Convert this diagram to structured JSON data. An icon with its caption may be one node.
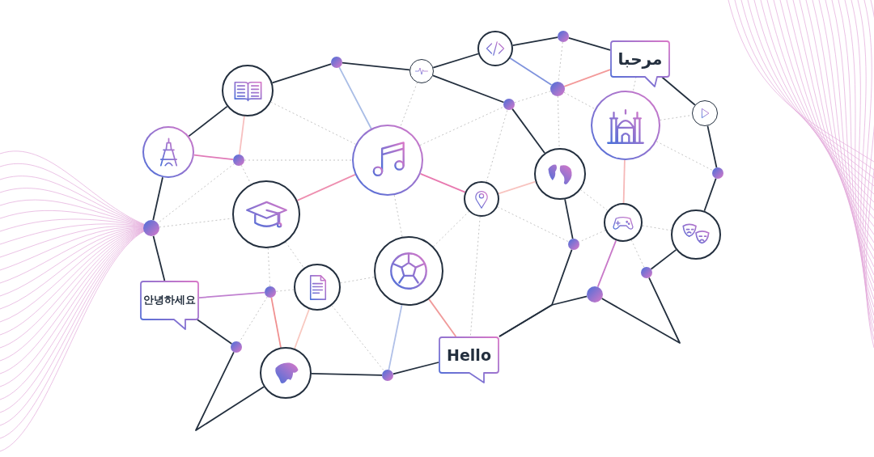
{
  "diagram": {
    "nodes": [
      {
        "text": [],
        "shape": "picture"
      },
      {
        "text": [],
        "shape": "picture"
      },
      {
        "text": [],
        "shape": "picture"
      },
      {
        "text": [],
        "shape": "picture"
      },
      {
        "text": [],
        "shape": "picture"
      },
      {
        "text": [],
        "shape": "picture"
      },
      {
        "text": [],
        "shape": "picture"
      },
      {
        "text": [],
        "shape": "picture"
      },
      {
        "text": [],
        "shape": "picture"
      },
      {
        "text": [],
        "shape": "picture"
      },
      {
        "text": [],
        "shape": "picture"
      },
      {
        "text": [],
        "shape": "picture"
      },
      {
        "text": [],
        "shape": "picture"
      },
      {
        "text": [],
        "shape": "picture"
      },
      {
        "text": [],
        "shape": "picture"
      },
      {
        "text": [
          "مرحبا"
        ]
      },
      {
        "text": [
          "안녕하세요"
        ]
      },
      {
        "text": [
          "Hello"
        ]
      },
      {
        "text": [],
        "shape": "circle"
      },
      {
        "text": [],
        "shape": "circle"
      },
      {
        "text": [],
        "shape": "circle"
      },
      {
        "text": [],
        "shape": "circle"
      },
      {
        "text": [],
        "shape": "circle"
      },
      {
        "text": [],
        "shape": "circle"
      },
      {
        "text": [],
        "shape": "circle"
      },
      {
        "text": [],
        "shape": "circle"
      },
      {
        "text": [],
        "shape": "circle"
      },
      {
        "text": [],
        "shape": "circle"
      },
      {
        "text": [],
        "shape": "circle"
      },
      {
        "text": [],
        "shape": "circle"
      },
      {
        "text": [],
        "shape": "circle"
      }
    ],
    "edges": [
      {
        "from": 0,
        "to": 18,
        "arrow": "none",
        "color": "#232f3e"
      },
      {
        "from": 18,
        "to": 2,
        "arrow": "none",
        "color": "#232f3e"
      },
      {
        "from": 2,
        "to": 3,
        "arrow": "none",
        "color": "#232f3e"
      },
      {
        "from": 3,
        "to": 19,
        "arrow": "none",
        "color": "#232f3e"
      },
      {
        "from": 19,
        "to": 15,
        "arrow": "none",
        "color": "#232f3e"
      },
      {
        "from": 15,
        "to": 9,
        "arrow": "none",
        "color": "#232f3e"
      },
      {
        "from": 9,
        "to": 24,
        "arrow": "none",
        "color": "#232f3e"
      },
      {
        "from": 24,
        "to": 11,
        "arrow": "none",
        "color": "#232f3e"
      },
      {
        "from": 11,
        "to": 27,
        "arrow": "none",
        "color": "#232f3e"
      },
      {
        "from": 27,
        "to": 26,
        "arrow": "none",
        "color": "#232f3e"
      },
      {
        "from": 17,
        "to": 26,
        "arrow": "none",
        "color": "#232f3e"
      },
      {
        "from": 17,
        "to": 25,
        "arrow": "none",
        "color": "#232f3e"
      },
      {
        "from": 25,
        "to": 7,
        "arrow": "none",
        "color": "#232f3e"
      },
      {
        "from": 7,
        "to": 21,
        "arrow": "none",
        "color": "#232f3e"
      },
      {
        "from": 21,
        "to": 2,
        "arrow": "none",
        "color": "#232f3e"
      },
      {
        "from": 17,
        "to": 30,
        "arrow": "none",
        "color": "#232f3e"
      },
      {
        "from": 30,
        "to": 14,
        "arrow": "none",
        "color": "#232f3e"
      },
      {
        "from": 14,
        "to": 29,
        "arrow": "none",
        "color": "#232f3e"
      },
      {
        "from": 29,
        "to": 16,
        "arrow": "none",
        "color": "#232f3e"
      },
      {
        "from": 16,
        "to": 23,
        "arrow": "none",
        "color": "#232f3e"
      },
      {
        "from": 23,
        "to": 1,
        "arrow": "none",
        "color": "#232f3e"
      },
      {
        "from": 1,
        "to": 0,
        "arrow": "none",
        "color": "#232f3e"
      },
      {
        "from": 18,
        "to": 4,
        "arrow": "none",
        "color": "#a9bde6"
      },
      {
        "from": 3,
        "to": 20,
        "arrow": "none",
        "color": "#7f93dd"
      },
      {
        "from": 20,
        "to": 15,
        "arrow": "none",
        "color": "#f39a9a"
      },
      {
        "from": 0,
        "to": 22,
        "arrow": "none",
        "color": "#f7c0c0"
      },
      {
        "from": 1,
        "to": 22,
        "arrow": "none",
        "color": "#e07ab8"
      },
      {
        "from": 4,
        "to": 5,
        "arrow": "none",
        "color": "#ee8fb0"
      },
      {
        "from": 4,
        "to": 6,
        "arrow": "none",
        "color": "#e879b0"
      },
      {
        "from": 6,
        "to": 7,
        "arrow": "none",
        "color": "#f8c4c0"
      },
      {
        "from": 8,
        "to": 10,
        "arrow": "none",
        "color": "#f6b8b8"
      },
      {
        "from": 10,
        "to": 26,
        "arrow": "none",
        "color": "#c878c8"
      },
      {
        "from": 16,
        "to": 28,
        "arrow": "none",
        "color": "#c080d0"
      },
      {
        "from": 28,
        "to": 14,
        "arrow": "none",
        "color": "#f09090"
      },
      {
        "from": 12,
        "to": 14,
        "arrow": "none",
        "color": "#f8c8c0"
      },
      {
        "from": 13,
        "to": 30,
        "arrow": "none",
        "color": "#b0c0e8"
      },
      {
        "from": 13,
        "to": 17,
        "arrow": "none",
        "color": "#f09a9a"
      },
      {
        "from": 0,
        "to": 4,
        "arrow": "none",
        "style": "dashed",
        "color": "#b5b5b5"
      },
      {
        "from": 22,
        "to": 4,
        "arrow": "none",
        "style": "dashed",
        "color": "#b5b5b5"
      },
      {
        "from": 22,
        "to": 5,
        "arrow": "none",
        "style": "dashed",
        "color": "#b5b5b5"
      },
      {
        "from": 22,
        "to": 23,
        "arrow": "none",
        "style": "dashed",
        "color": "#b5b5b5"
      },
      {
        "from": 23,
        "to": 5,
        "arrow": "none",
        "style": "dashed",
        "color": "#b5b5b5"
      },
      {
        "from": 2,
        "to": 4,
        "arrow": "none",
        "style": "dashed",
        "color": "#b5b5b5"
      },
      {
        "from": 4,
        "to": 21,
        "arrow": "none",
        "style": "dashed",
        "color": "#b5b5b5"
      },
      {
        "from": 4,
        "to": 13,
        "arrow": "none",
        "style": "dashed",
        "color": "#b5b5b5"
      },
      {
        "from": 5,
        "to": 28,
        "arrow": "none",
        "style": "dashed",
        "color": "#b5b5b5"
      },
      {
        "from": 5,
        "to": 12,
        "arrow": "none",
        "style": "dashed",
        "color": "#b5b5b5"
      },
      {
        "from": 12,
        "to": 28,
        "arrow": "none",
        "style": "dashed",
        "color": "#b5b5b5"
      },
      {
        "from": 12,
        "to": 13,
        "arrow": "none",
        "style": "dashed",
        "color": "#b5b5b5"
      },
      {
        "from": 12,
        "to": 30,
        "arrow": "none",
        "style": "dashed",
        "color": "#b5b5b5"
      },
      {
        "from": 13,
        "to": 6,
        "arrow": "none",
        "style": "dashed",
        "color": "#b5b5b5"
      },
      {
        "from": 6,
        "to": 21,
        "arrow": "none",
        "style": "dashed",
        "color": "#b5b5b5"
      },
      {
        "from": 6,
        "to": 17,
        "arrow": "none",
        "style": "dashed",
        "color": "#b5b5b5"
      },
      {
        "from": 6,
        "to": 25,
        "arrow": "none",
        "style": "dashed",
        "color": "#b5b5b5"
      },
      {
        "from": 20,
        "to": 21,
        "arrow": "none",
        "style": "dashed",
        "color": "#b5b5b5"
      },
      {
        "from": 20,
        "to": 8,
        "arrow": "none",
        "style": "dashed",
        "color": "#b5b5b5"
      },
      {
        "from": 20,
        "to": 7,
        "arrow": "none",
        "style": "dashed",
        "color": "#b5b5b5"
      },
      {
        "from": 19,
        "to": 20,
        "arrow": "none",
        "style": "dashed",
        "color": "#b5b5b5"
      },
      {
        "from": 15,
        "to": 8,
        "arrow": "none",
        "style": "dashed",
        "color": "#b5b5b5"
      },
      {
        "from": 8,
        "to": 9,
        "arrow": "none",
        "style": "dashed",
        "color": "#b5b5b5"
      },
      {
        "from": 8,
        "to": 24,
        "arrow": "none",
        "style": "dashed",
        "color": "#b5b5b5"
      },
      {
        "from": 7,
        "to": 10,
        "arrow": "none",
        "style": "dashed",
        "color": "#b5b5b5"
      },
      {
        "from": 10,
        "to": 25,
        "arrow": "none",
        "style": "dashed",
        "color": "#b5b5b5"
      },
      {
        "from": 10,
        "to": 11,
        "arrow": "none",
        "style": "dashed",
        "color": "#b5b5b5"
      },
      {
        "from": 10,
        "to": 27,
        "arrow": "none",
        "style": "dashed",
        "color": "#b5b5b5"
      },
      {
        "from": 28,
        "to": 29,
        "arrow": "none",
        "style": "dashed",
        "color": "#b5b5b5"
      }
    ]
  }
}
